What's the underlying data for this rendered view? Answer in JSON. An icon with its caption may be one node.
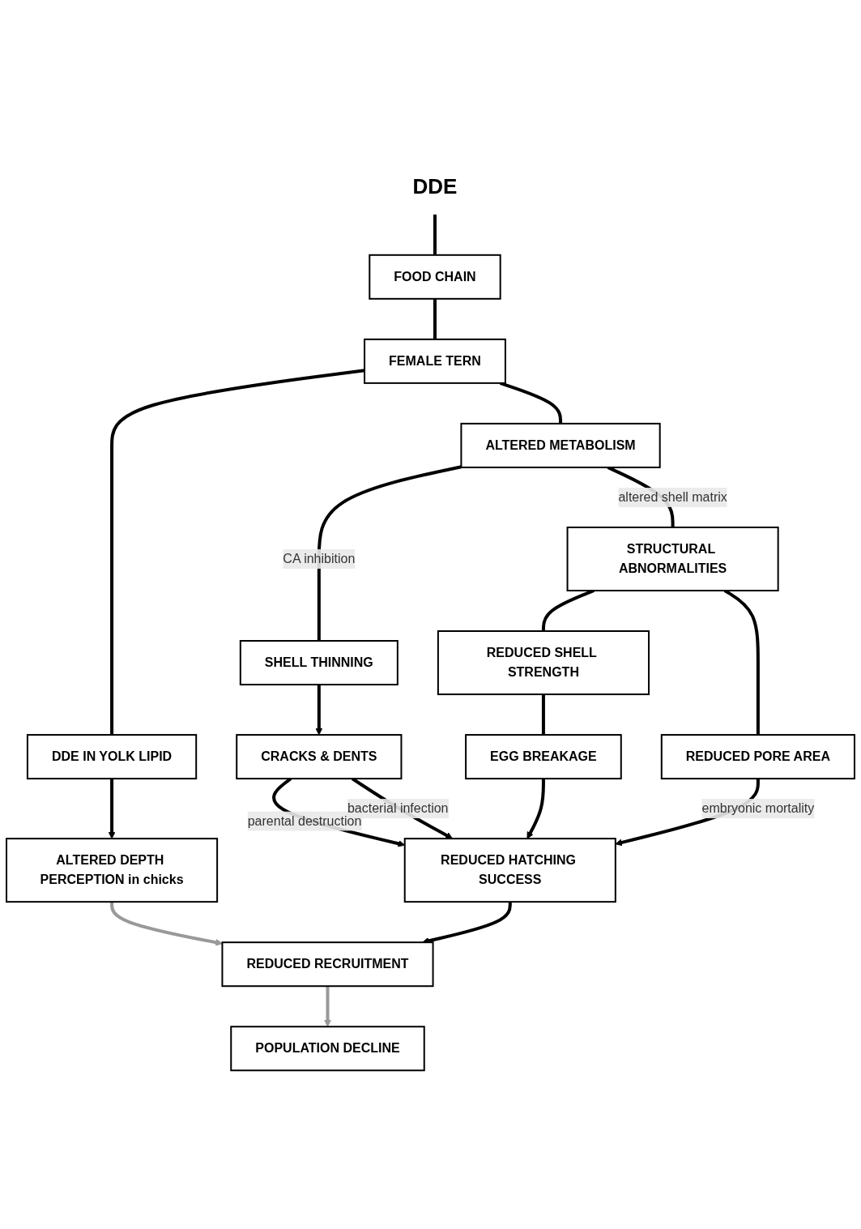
{
  "diagram": {
    "nodes": [
      {
        "text": [
          "DDE"
        ]
      },
      {
        "text": [
          "FOOD CHAIN"
        ]
      },
      {
        "text": [
          "FEMALE TERN"
        ]
      },
      {
        "text": [
          "DDE IN YOLK LIPID"
        ]
      },
      {
        "text": [
          "ALTERED METABOLISM"
        ]
      },
      {
        "text": [
          "SHELL THINNING"
        ]
      },
      {
        "text": [
          "STRUCTURAL ABNORMALITIES"
        ]
      },
      {
        "text": [
          "ALTERED DEPTH PERCEPTION in chicks"
        ]
      },
      {
        "text": [
          "REDUCED SHELL STRENGTH"
        ]
      },
      {
        "text": [
          "CRACKS & DENTS"
        ]
      },
      {
        "text": [
          "REDUCED PORE AREA"
        ]
      },
      {
        "text": [
          "EGG BREAKAGE"
        ]
      },
      {
        "text": [
          "REDUCED HATCHING SUCCESS"
        ]
      },
      {
        "text": [
          "REDUCED RECRUITMENT"
        ]
      },
      {
        "text": [
          "POPULATION DECLINE"
        ]
      }
    ],
    "edges": [
      {
        "from": 0,
        "to": 1,
        "arrow": "none"
      },
      {
        "from": 1,
        "to": 2,
        "arrow": "none"
      },
      {
        "from": 2,
        "to": 3,
        "arrow": "none"
      },
      {
        "from": 2,
        "to": 4,
        "arrow": "none"
      },
      {
        "from": 3,
        "to": 7,
        "arrow": "to"
      },
      {
        "from": 4,
        "to": 5,
        "label": "CA inhibition",
        "arrow": "none"
      },
      {
        "from": 4,
        "to": 6,
        "label": "altered shell matrix",
        "arrow": "none"
      },
      {
        "from": 5,
        "to": 9,
        "arrow": "to"
      },
      {
        "from": 6,
        "to": 8,
        "arrow": "none"
      },
      {
        "from": 6,
        "to": 10,
        "arrow": "none"
      },
      {
        "from": 8,
        "to": 11,
        "arrow": "none"
      },
      {
        "from": 9,
        "to": 12,
        "label": "parental destruction",
        "arrow": "to"
      },
      {
        "from": 9,
        "to": 12,
        "label": "bacterial infection",
        "arrow": "to"
      },
      {
        "from": 11,
        "to": 12,
        "arrow": "to"
      },
      {
        "from": 10,
        "to": 12,
        "label": "embryonic mortality",
        "arrow": "to"
      },
      {
        "from": 7,
        "to": 13,
        "arrow": "to",
        "color": "#999999"
      },
      {
        "from": 12,
        "to": 13,
        "arrow": "to"
      },
      {
        "from": 13,
        "to": 14,
        "arrow": "to",
        "color": "#999999"
      }
    ]
  }
}
